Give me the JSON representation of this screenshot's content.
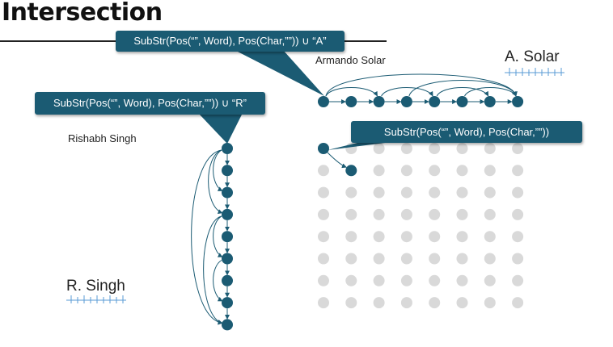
{
  "title": "Intersection",
  "callouts": {
    "top": "SubStr(Pos(“”, Word), Pos(Char,””)) ∪ “A”",
    "left": "SubStr(Pos(“”, Word), Pos(Char,””)) ∪ “R”",
    "right": "SubStr(Pos(“”, Word), Pos(Char,””))"
  },
  "labels": {
    "top_input": "Armando Solar",
    "top_output": "A. Solar",
    "left_input": "Rishabh Singh",
    "left_output": "R. Singh"
  },
  "colors": {
    "node_active": "#1b5b73",
    "node_inactive": "#d9d9d9",
    "callout_bg": "#1b5b73",
    "edge": "#1b5b73"
  },
  "graph": {
    "horizontal_node_count": 8,
    "vertical_node_count": 9,
    "grid_rows": 8,
    "grid_cols": 8
  }
}
